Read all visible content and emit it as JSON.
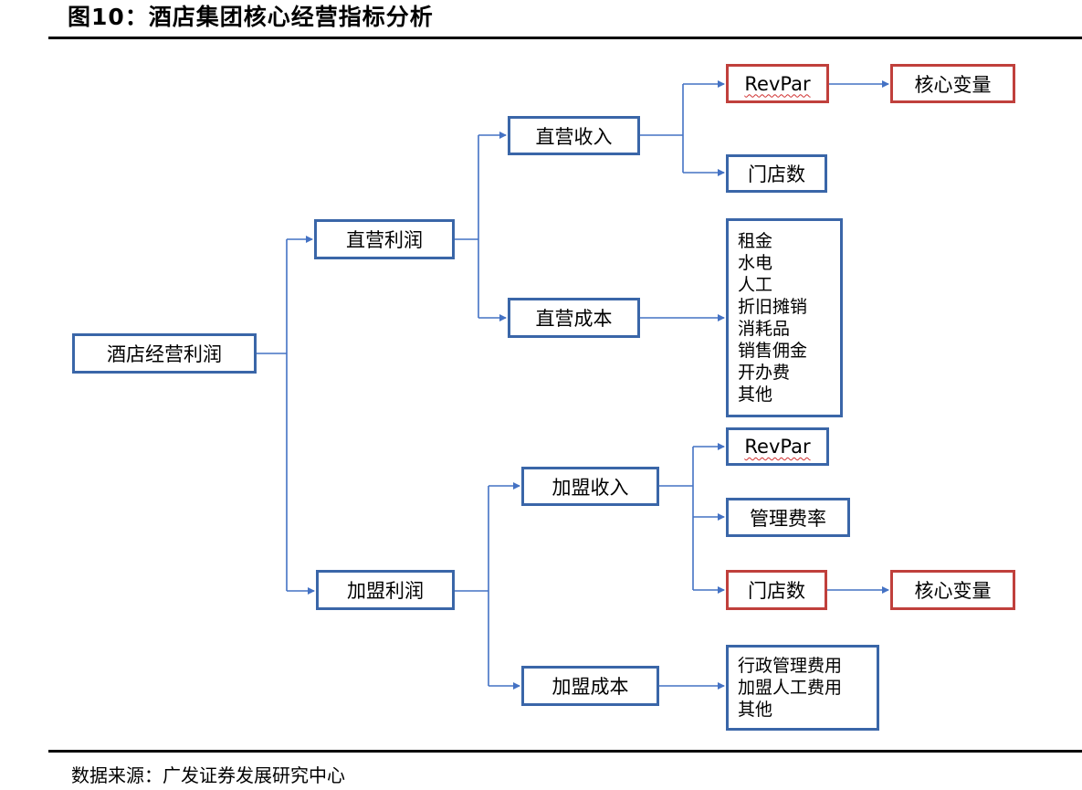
{
  "title": "图10：酒店集团核心经营指标分析",
  "source": "数据来源：广发证券发展研究中心",
  "colors": {
    "box_border": "#3a66a8",
    "highlight_border": "#c0403c",
    "connector": "#4472c4"
  },
  "nodes": {
    "root": "酒店经营利润",
    "direct_profit": "直营利润",
    "direct_revenue": "直营收入",
    "direct_revpar": "RevPar",
    "direct_core": "核心变量",
    "direct_stores": "门店数",
    "direct_cost": "直营成本",
    "direct_cost_items": [
      "租金",
      "水电",
      "人工",
      "折旧摊销",
      "消耗品",
      "销售佣金",
      "开办费",
      "其他"
    ],
    "franchise_profit": "加盟利润",
    "franchise_revenue": "加盟收入",
    "franchise_revpar": "RevPar",
    "franchise_fee_rate": "管理费率",
    "franchise_stores": "门店数",
    "franchise_core": "核心变量",
    "franchise_cost": "加盟成本",
    "franchise_cost_items": [
      "行政管理费用",
      "加盟人工费用",
      "其他"
    ]
  }
}
